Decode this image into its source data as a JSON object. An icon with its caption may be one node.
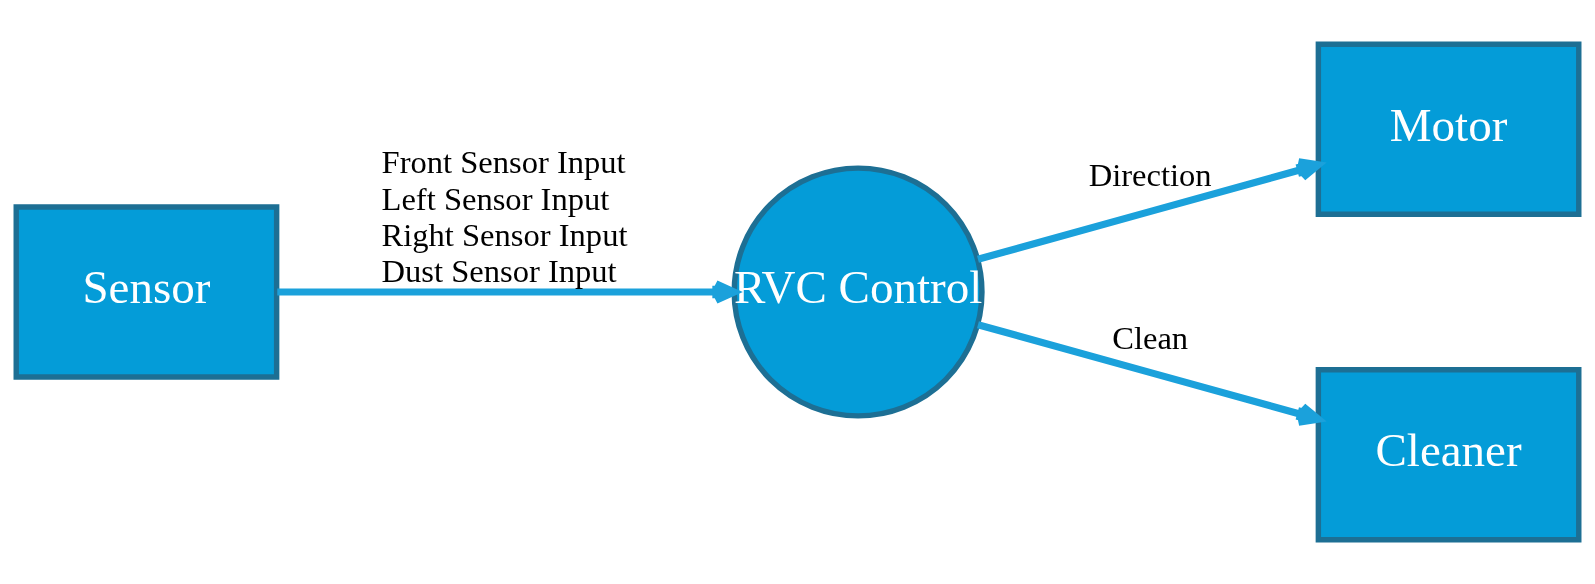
{
  "diagram": {
    "nodes": [
      {
        "text": [
          "Sensor"
        ]
      },
      {
        "text": [
          "RVC Control"
        ]
      },
      {
        "text": [
          "Motor"
        ]
      },
      {
        "text": [
          "Cleaner"
        ]
      }
    ],
    "edges": [
      {
        "from": 0,
        "to": 1,
        "arrow": "to",
        "label": "Front Sensor Input Left Sensor Input Right Sensor Input Dust Sensor Input"
      },
      {
        "from": 1,
        "to": 2,
        "arrow": "to",
        "label": "Direction"
      },
      {
        "from": 1,
        "to": 3,
        "arrow": "to",
        "label": "Clean"
      }
    ]
  }
}
